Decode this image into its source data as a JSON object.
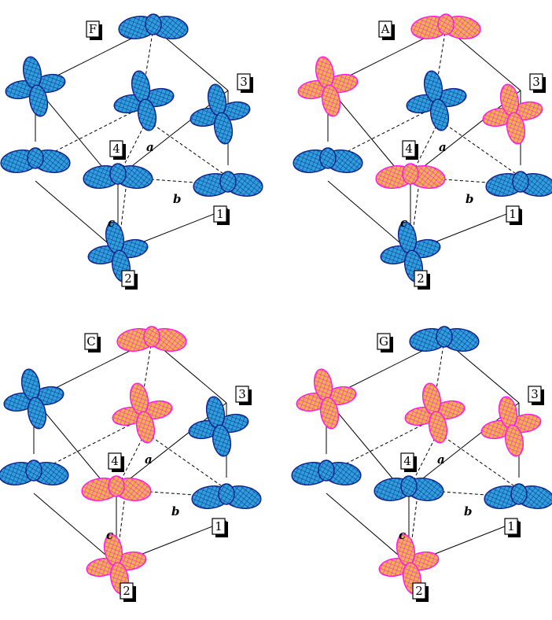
{
  "colors": {
    "blue_outline": "#10208c",
    "blue_fill_light": "#36b6e8",
    "blue_fill_dark": "#1a3ea8",
    "magenta_outline": "#ff18e6",
    "magenta_fill": "#f0a030",
    "cube_line": "#000000",
    "label_shadow": "#000000"
  },
  "panels": [
    {
      "label": "F",
      "atoms": [
        {
          "site": "top",
          "color": "blue",
          "lobes": "horizontal"
        },
        {
          "site": "ul",
          "color": "blue",
          "lobes": "cross"
        },
        {
          "site": "center",
          "color": "blue",
          "lobes": "cross"
        },
        {
          "site": "r3",
          "color": "blue",
          "lobes": "cross"
        },
        {
          "site": "l",
          "color": "blue",
          "lobes": "horizontal"
        },
        {
          "site": "mid",
          "color": "blue",
          "lobes": "horizontal"
        },
        {
          "site": "r1",
          "color": "blue",
          "lobes": "horizontal"
        },
        {
          "site": "bottom",
          "color": "blue",
          "lobes": "cross"
        }
      ]
    },
    {
      "label": "A",
      "atoms": [
        {
          "site": "top",
          "color": "magenta",
          "lobes": "horizontal"
        },
        {
          "site": "ul",
          "color": "magenta",
          "lobes": "cross"
        },
        {
          "site": "center",
          "color": "blue",
          "lobes": "cross"
        },
        {
          "site": "r3",
          "color": "magenta",
          "lobes": "cross"
        },
        {
          "site": "l",
          "color": "blue",
          "lobes": "horizontal"
        },
        {
          "site": "mid",
          "color": "magenta",
          "lobes": "horizontal"
        },
        {
          "site": "r1",
          "color": "blue",
          "lobes": "horizontal"
        },
        {
          "site": "bottom",
          "color": "blue",
          "lobes": "cross"
        }
      ]
    },
    {
      "label": "C",
      "atoms": [
        {
          "site": "top",
          "color": "magenta",
          "lobes": "horizontal"
        },
        {
          "site": "ul",
          "color": "blue",
          "lobes": "cross"
        },
        {
          "site": "center",
          "color": "magenta",
          "lobes": "cross"
        },
        {
          "site": "r3",
          "color": "blue",
          "lobes": "cross"
        },
        {
          "site": "l",
          "color": "blue",
          "lobes": "horizontal"
        },
        {
          "site": "mid",
          "color": "magenta",
          "lobes": "horizontal"
        },
        {
          "site": "r1",
          "color": "blue",
          "lobes": "horizontal"
        },
        {
          "site": "bottom",
          "color": "magenta",
          "lobes": "cross"
        }
      ]
    },
    {
      "label": "G",
      "atoms": [
        {
          "site": "top",
          "color": "blue",
          "lobes": "horizontal"
        },
        {
          "site": "ul",
          "color": "magenta",
          "lobes": "cross"
        },
        {
          "site": "center",
          "color": "magenta",
          "lobes": "cross"
        },
        {
          "site": "r3",
          "color": "magenta",
          "lobes": "cross"
        },
        {
          "site": "l",
          "color": "blue",
          "lobes": "horizontal"
        },
        {
          "site": "mid",
          "color": "blue",
          "lobes": "horizontal"
        },
        {
          "site": "r1",
          "color": "blue",
          "lobes": "horizontal"
        },
        {
          "site": "bottom",
          "color": "magenta",
          "lobes": "cross"
        }
      ]
    }
  ],
  "site_labels": {
    "one": "1",
    "two": "2",
    "three": "3",
    "four": "4"
  },
  "axis_labels": {
    "a": "a",
    "b": "b",
    "c": "c"
  }
}
